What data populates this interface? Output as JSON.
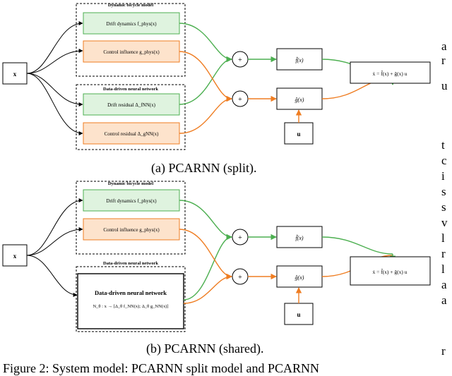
{
  "diagram": {
    "colors": {
      "green_stroke": "#4caf50",
      "green_fill": "#dff3df",
      "orange_stroke": "#ef7d22",
      "orange_fill": "#fde3cc",
      "black": "#000000"
    },
    "panel_a": {
      "input_label": "x",
      "top_group_title": "Dynamic bicycle model",
      "bottom_group_title": "Data-driven neural network",
      "drift_dynamics": "Drift dynamics f_phys(x)",
      "control_influence": "Control influence g_phys(x)",
      "drift_residual": "Drift residual Δ_fNN(x)",
      "control_residual": "Control residual Δ_gNN(x)",
      "sum_symbol": "+",
      "f_hat": "f̂(x)",
      "g_hat": "ĝ(x)",
      "u_label": "u",
      "output_equation": "ẋ = f̂(x) + ĝ(x) u",
      "caption": "(a) PCARNN (split)."
    },
    "panel_b": {
      "input_label": "x",
      "top_group_title": "Dynamic bicycle model",
      "bottom_group_title": "Data-driven neural network",
      "drift_dynamics": "Drift dynamics f_phys(x)",
      "control_influence": "Control influence g_phys(x)",
      "nn_title": "Data-driven neural network",
      "nn_formula": "N_θ : x → [Δ_θ f_NN(x); Δ_θ g_NN(x)]",
      "sum_symbol": "+",
      "f_hat": "f̂(x)",
      "g_hat": "ĝ(x)",
      "u_label": "u",
      "output_equation": "ẋ = f̂(x) + ĝ(x) u",
      "caption": "(b) PCARNN (shared)."
    },
    "figure_caption": "Figure 2: System model: PCARNN split model and PCARNN"
  },
  "side_text": [
    "a",
    "r",
    "u",
    "t",
    "c",
    "i",
    "s",
    "s",
    "v",
    "l",
    "r",
    "l",
    "a",
    "a",
    "r"
  ]
}
